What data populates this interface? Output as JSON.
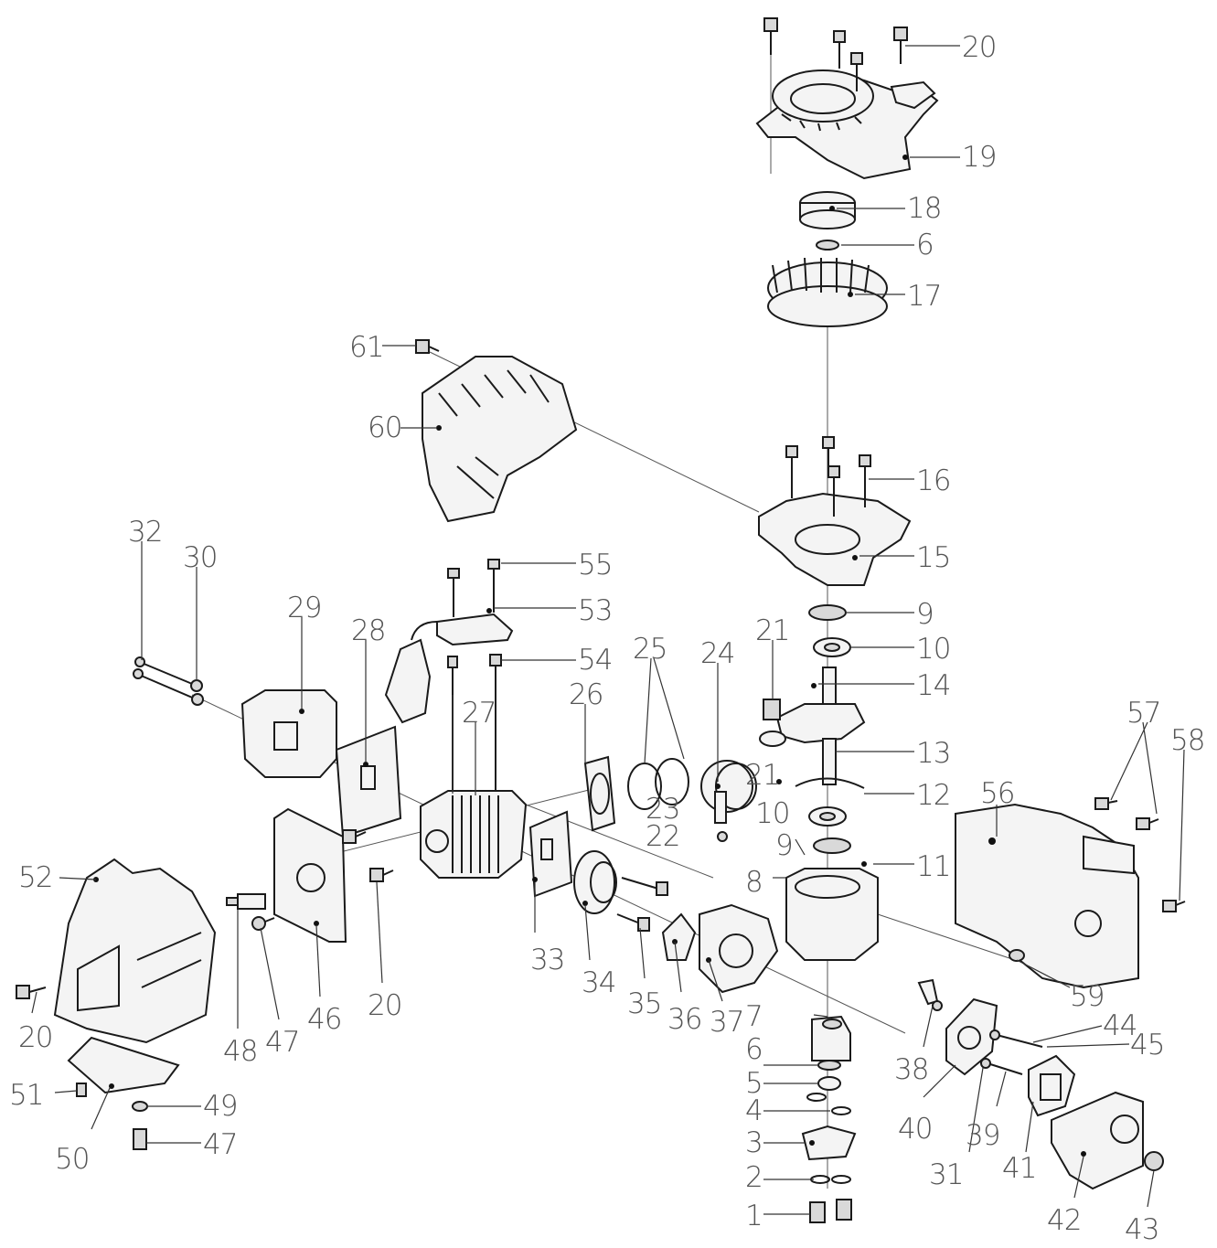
{
  "callouts": [
    {
      "id": "c20a",
      "text": "20"
    },
    {
      "id": "c19",
      "text": "19"
    },
    {
      "id": "c18",
      "text": "18"
    },
    {
      "id": "c6a",
      "text": "6"
    },
    {
      "id": "c17",
      "text": "17"
    },
    {
      "id": "c61",
      "text": "61"
    },
    {
      "id": "c60",
      "text": "60"
    },
    {
      "id": "c16",
      "text": "16"
    },
    {
      "id": "c15",
      "text": "15"
    },
    {
      "id": "c32",
      "text": "32"
    },
    {
      "id": "c30",
      "text": "30"
    },
    {
      "id": "c55",
      "text": "55"
    },
    {
      "id": "c53",
      "text": "53"
    },
    {
      "id": "c29",
      "text": "29"
    },
    {
      "id": "c28",
      "text": "28"
    },
    {
      "id": "c54",
      "text": "54"
    },
    {
      "id": "c25",
      "text": "25"
    },
    {
      "id": "c24",
      "text": "24"
    },
    {
      "id": "c9a",
      "text": "9"
    },
    {
      "id": "c10a",
      "text": "10"
    },
    {
      "id": "c21a",
      "text": "21"
    },
    {
      "id": "c14",
      "text": "14"
    },
    {
      "id": "c27",
      "text": "27"
    },
    {
      "id": "c26",
      "text": "26"
    },
    {
      "id": "c13",
      "text": "13"
    },
    {
      "id": "c56",
      "text": "56"
    },
    {
      "id": "c57",
      "text": "57"
    },
    {
      "id": "c58",
      "text": "58"
    },
    {
      "id": "c21b",
      "text": "21"
    },
    {
      "id": "c12",
      "text": "12"
    },
    {
      "id": "c23",
      "text": "23"
    },
    {
      "id": "c10b",
      "text": "10"
    },
    {
      "id": "c22",
      "text": "22"
    },
    {
      "id": "c9b",
      "text": "9"
    },
    {
      "id": "c11",
      "text": "11"
    },
    {
      "id": "c8",
      "text": "8"
    },
    {
      "id": "c52",
      "text": "52"
    },
    {
      "id": "c33",
      "text": "33"
    },
    {
      "id": "c34",
      "text": "34"
    },
    {
      "id": "c35",
      "text": "35"
    },
    {
      "id": "c36",
      "text": "36"
    },
    {
      "id": "c37",
      "text": "37"
    },
    {
      "id": "c59",
      "text": "59"
    },
    {
      "id": "c20b",
      "text": "20"
    },
    {
      "id": "c48",
      "text": "48"
    },
    {
      "id": "c47a",
      "text": "47"
    },
    {
      "id": "c46",
      "text": "46"
    },
    {
      "id": "c20c",
      "text": "20"
    },
    {
      "id": "c7",
      "text": "7"
    },
    {
      "id": "c44",
      "text": "44"
    },
    {
      "id": "c45",
      "text": "45"
    },
    {
      "id": "c38",
      "text": "38"
    },
    {
      "id": "c6b",
      "text": "6"
    },
    {
      "id": "c5",
      "text": "5"
    },
    {
      "id": "c4",
      "text": "4"
    },
    {
      "id": "c3",
      "text": "3"
    },
    {
      "id": "c2",
      "text": "2"
    },
    {
      "id": "c1",
      "text": "1"
    },
    {
      "id": "c40",
      "text": "40"
    },
    {
      "id": "c31",
      "text": "31"
    },
    {
      "id": "c39",
      "text": "39"
    },
    {
      "id": "c41",
      "text": "41"
    },
    {
      "id": "c42",
      "text": "42"
    },
    {
      "id": "c43",
      "text": "43"
    },
    {
      "id": "c51",
      "text": "51"
    },
    {
      "id": "c50",
      "text": "50"
    },
    {
      "id": "c49",
      "text": "49"
    },
    {
      "id": "c47b",
      "text": "47"
    }
  ],
  "engraved_marks": {
    "crankcase_cover_mark": "",
    "fuel_tank_mark": ""
  },
  "colors": {
    "line": "#1a1a1a",
    "callout_text": "#555555",
    "background": "#ffffff"
  }
}
